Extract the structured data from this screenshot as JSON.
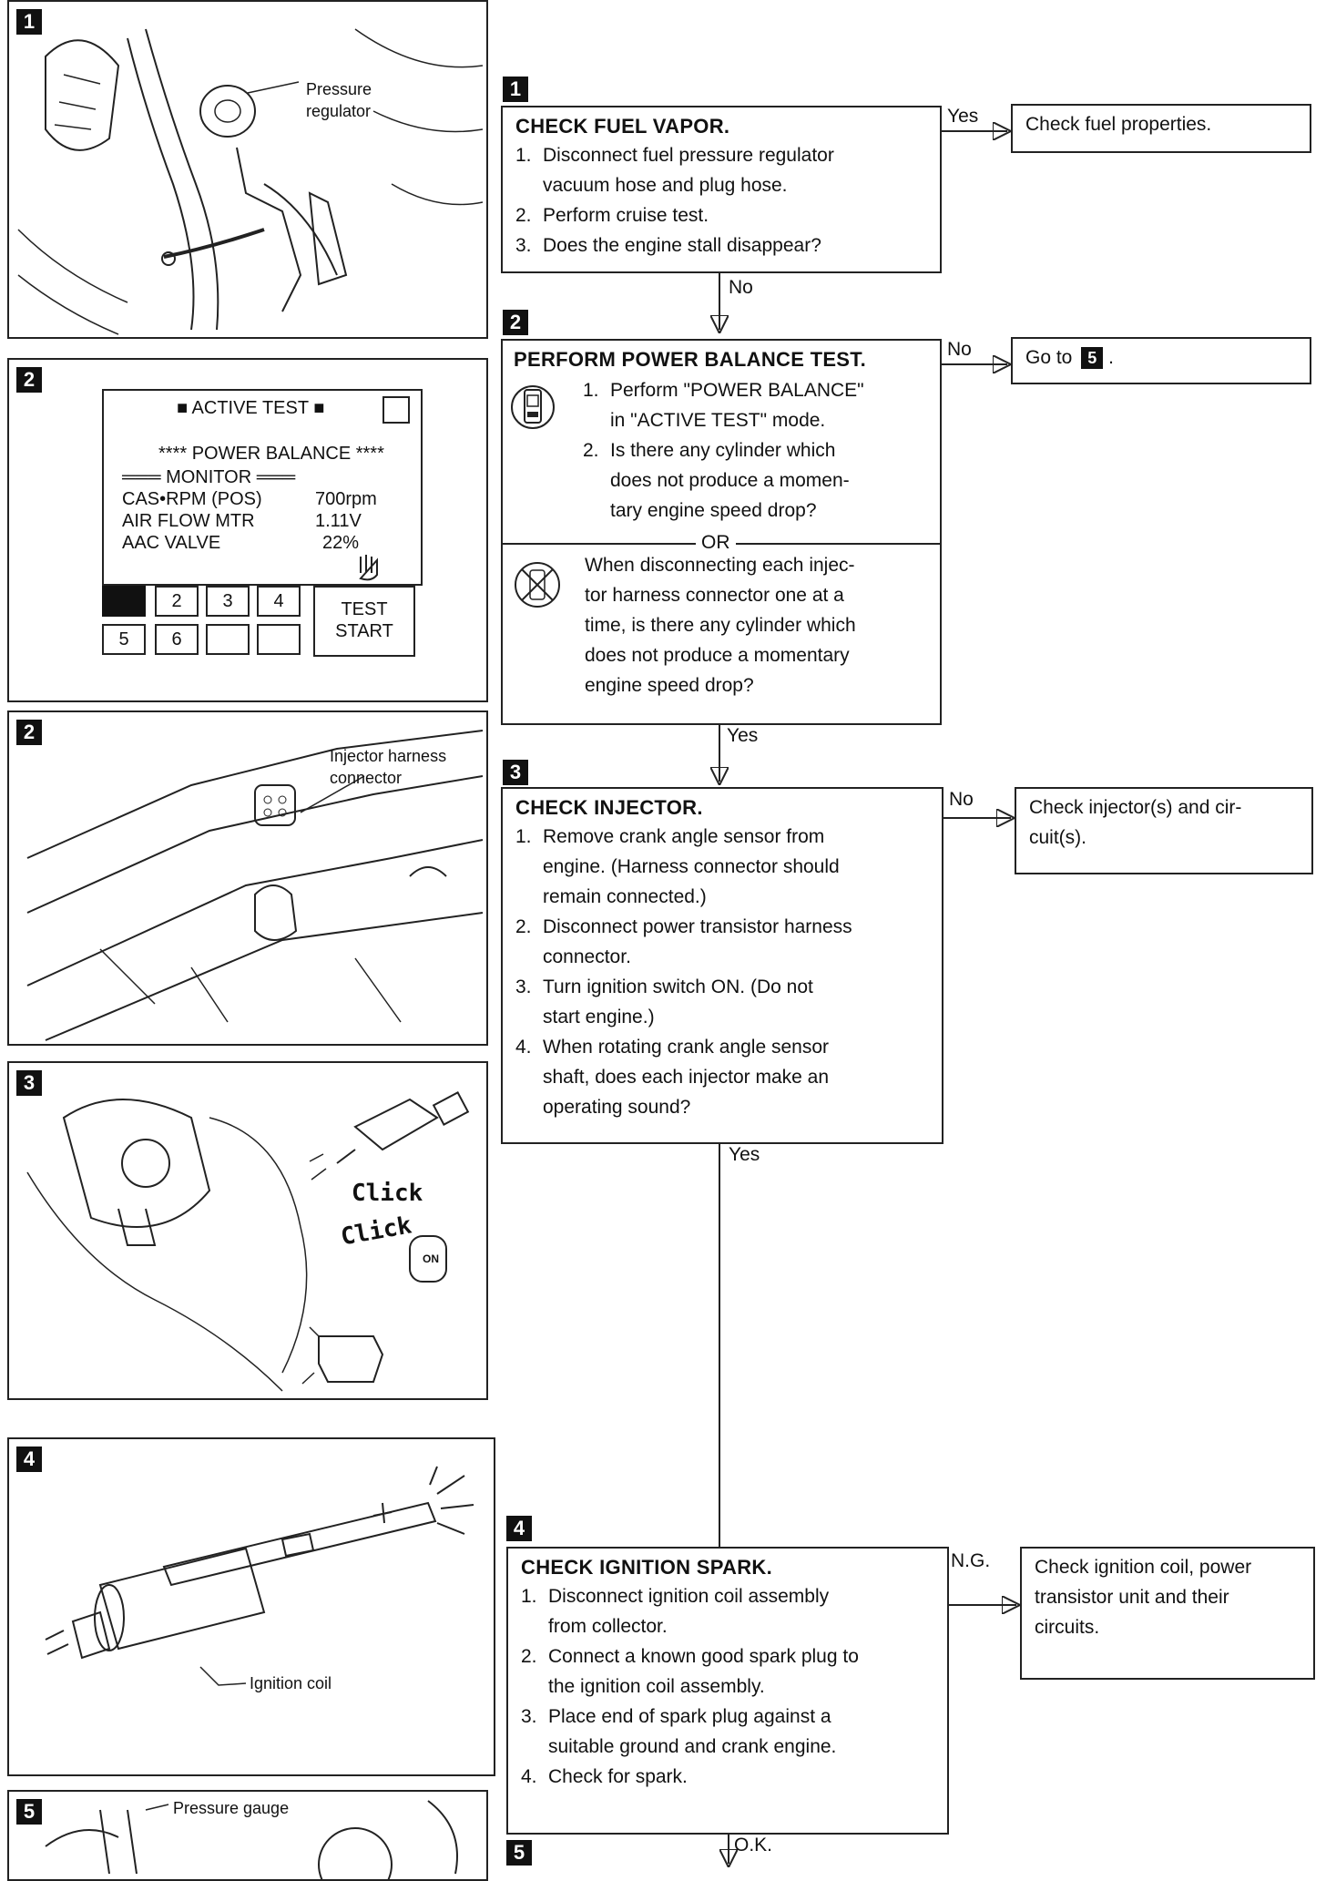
{
  "panels": {
    "p1": {
      "num": "1",
      "caption1": "Pressure",
      "caption2": "regulator"
    },
    "p2": {
      "num": "2",
      "screen_title": "■ ACTIVE TEST ■",
      "mode_line": "**** POWER BALANCE ****",
      "monitor_line": "═══ MONITOR ═══",
      "rows": [
        {
          "label": "CAS•RPM (POS)",
          "value": "700rpm"
        },
        {
          "label": "AIR FLOW MTR",
          "value": "1.11V"
        },
        {
          "label": "AAC VALVE",
          "value": "22%"
        }
      ],
      "keys": [
        "",
        "2",
        "3",
        "4",
        "5",
        "6",
        "",
        ""
      ],
      "test_label_1": "TEST",
      "test_label_2": "START"
    },
    "p2b": {
      "num": "2",
      "caption1": "Injector harness",
      "caption2": "connector"
    },
    "p3": {
      "num": "3",
      "click1": "Click",
      "click2": "Click",
      "on_label": "ON"
    },
    "p4": {
      "num": "4",
      "caption": "Ignition coil"
    },
    "p5": {
      "num": "5",
      "caption": "Pressure gauge"
    }
  },
  "flow": {
    "step1": {
      "num": "1",
      "title": "CHECK FUEL VAPOR.",
      "items": [
        {
          "n": "1.",
          "l1": "Disconnect fuel pressure regulator",
          "l2": "vacuum hose and plug hose."
        },
        {
          "n": "2.",
          "l1": "Perform cruise test.",
          "l2": ""
        },
        {
          "n": "3.",
          "l1": "Does the engine stall disappear?",
          "l2": ""
        }
      ],
      "yes_label": "Yes",
      "yes_result": "Check fuel properties.",
      "no_label": "No"
    },
    "step2": {
      "num": "2",
      "title": "PERFORM POWER BALANCE TEST.",
      "items": [
        {
          "n": "1.",
          "l1": "Perform \"POWER BALANCE\"",
          "l2": "in \"ACTIVE TEST\" mode."
        },
        {
          "n": "2.",
          "l1": "Is there any cylinder which",
          "l2": "does not produce a momen-",
          "l3": "tary engine speed drop?"
        }
      ],
      "or_label": "OR",
      "alt_lines": [
        "When disconnecting each injec-",
        "tor harness connector one at a",
        "time, is there any cylinder which",
        "does not produce a momentary",
        "engine speed drop?"
      ],
      "no_label": "No",
      "no_result_prefix": "Go to",
      "no_result_num": "5",
      "yes_label": "Yes"
    },
    "step3": {
      "num": "3",
      "title": "CHECK INJECTOR.",
      "items": [
        {
          "n": "1.",
          "l1": "Remove crank angle sensor from",
          "l2": "engine. (Harness connector should",
          "l3": "remain connected.)"
        },
        {
          "n": "2.",
          "l1": "Disconnect power transistor harness",
          "l2": "connector."
        },
        {
          "n": "3.",
          "l1": "Turn ignition switch ON. (Do not",
          "l2": "start engine.)"
        },
        {
          "n": "4.",
          "l1": "When rotating crank angle sensor",
          "l2": "shaft, does each injector make an",
          "l3": "operating sound?"
        }
      ],
      "no_label": "No",
      "no_result_l1": "Check injector(s) and cir-",
      "no_result_l2": "cuit(s).",
      "yes_label": "Yes"
    },
    "step4": {
      "num": "4",
      "title": "CHECK IGNITION SPARK.",
      "items": [
        {
          "n": "1.",
          "l1": "Disconnect ignition coil assembly",
          "l2": "from collector."
        },
        {
          "n": "2.",
          "l1": "Connect a known good spark plug to",
          "l2": "the ignition coil assembly."
        },
        {
          "n": "3.",
          "l1": "Place end of spark plug against a",
          "l2": "suitable ground and crank engine."
        },
        {
          "n": "4.",
          "l1": "Check for spark.",
          "l2": ""
        }
      ],
      "ng_label": "N.G.",
      "ng_result": [
        "Check ignition coil, power",
        "transistor unit and their",
        "circuits."
      ],
      "ok_label": "O.K."
    },
    "step5": {
      "num": "5"
    }
  }
}
